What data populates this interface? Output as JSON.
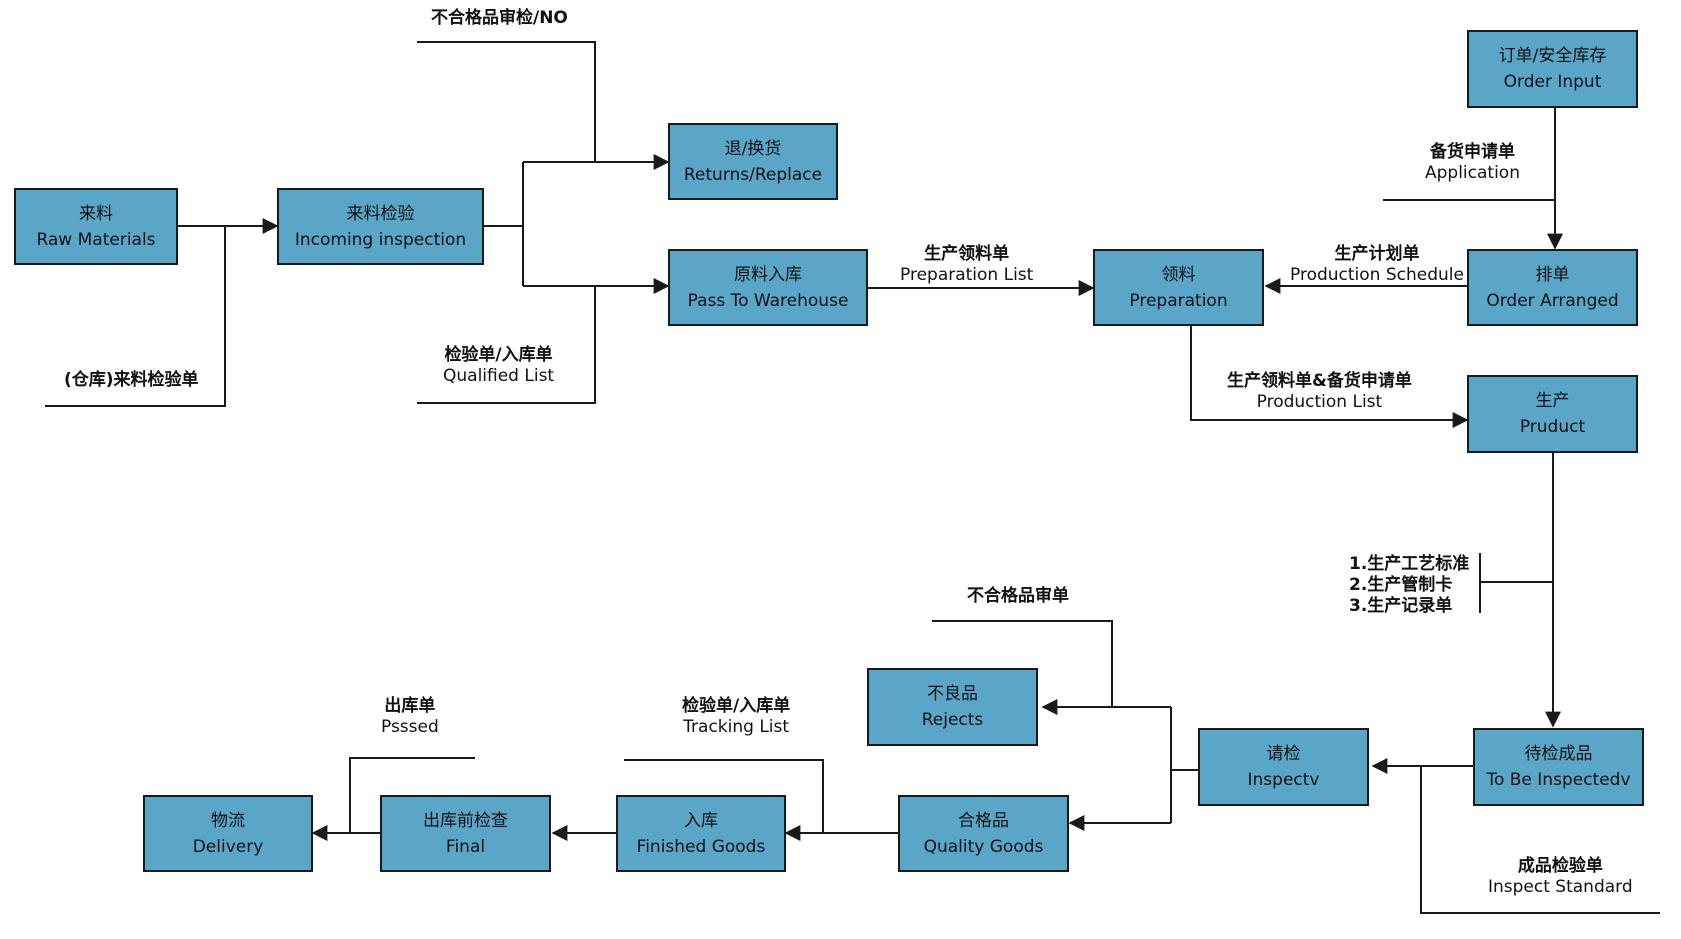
{
  "colors": {
    "box_fill": "#5aa6c8",
    "line": "#1a1a1a",
    "text": "#111111"
  },
  "nodes": {
    "raw_materials": {
      "zh": "来料",
      "en": "Raw Materials"
    },
    "incoming": {
      "zh": "来料检验",
      "en": "Incoming inspection"
    },
    "returns": {
      "zh": "退/换货",
      "en": "Returns/Replace"
    },
    "warehouse": {
      "zh": "原料入库",
      "en": "Pass To Warehouse"
    },
    "preparation": {
      "zh": "领料",
      "en": "Preparation"
    },
    "order_input": {
      "zh": "订单/安全库存",
      "en": "Order Input"
    },
    "order_arranged": {
      "zh": "排单",
      "en": "Order Arranged"
    },
    "production": {
      "zh": "生产",
      "en": "Pruduct"
    },
    "to_be_inspected": {
      "zh": "待检成品",
      "en": "To Be Inspectedv"
    },
    "inspect": {
      "zh": "请检",
      "en": "Inspectv"
    },
    "rejects": {
      "zh": "不良品",
      "en": "Rejects"
    },
    "quality_goods": {
      "zh": "合格品",
      "en": "Quality Goods"
    },
    "finished_goods": {
      "zh": "入库",
      "en": "Finished Goods"
    },
    "final": {
      "zh": "出库前检查",
      "en": "Final"
    },
    "delivery": {
      "zh": "物流",
      "en": "Delivery"
    }
  },
  "labels": {
    "unqualified_no": "不合格品审检/NO",
    "warehouse_sheet": "(仓库)来料检验单",
    "qualified_zh": "检验单/入库单",
    "qualified_en": "Qualified List",
    "prep_list_zh": "生产领料单",
    "prep_list_en": "Preparation List",
    "schedule_zh": "生产计划单",
    "schedule_en": "Production Schedule",
    "application_zh": "备货申请单",
    "application_en": "Application",
    "production_list_zh": "生产领料单&备货申请单",
    "production_list_en": "Production List",
    "docs_1": "1.生产工艺标准",
    "docs_2": "2.生产管制卡",
    "docs_3": "3.生产记录单",
    "unqualified_review": "不合格品审单",
    "inspect_std_zh": "成品检验单",
    "inspect_std_en": "Inspect Standard",
    "tracking_zh": "检验单/入库单",
    "tracking_en": "Tracking List",
    "passed_zh": "出库单",
    "passed_en": "Psssed"
  }
}
